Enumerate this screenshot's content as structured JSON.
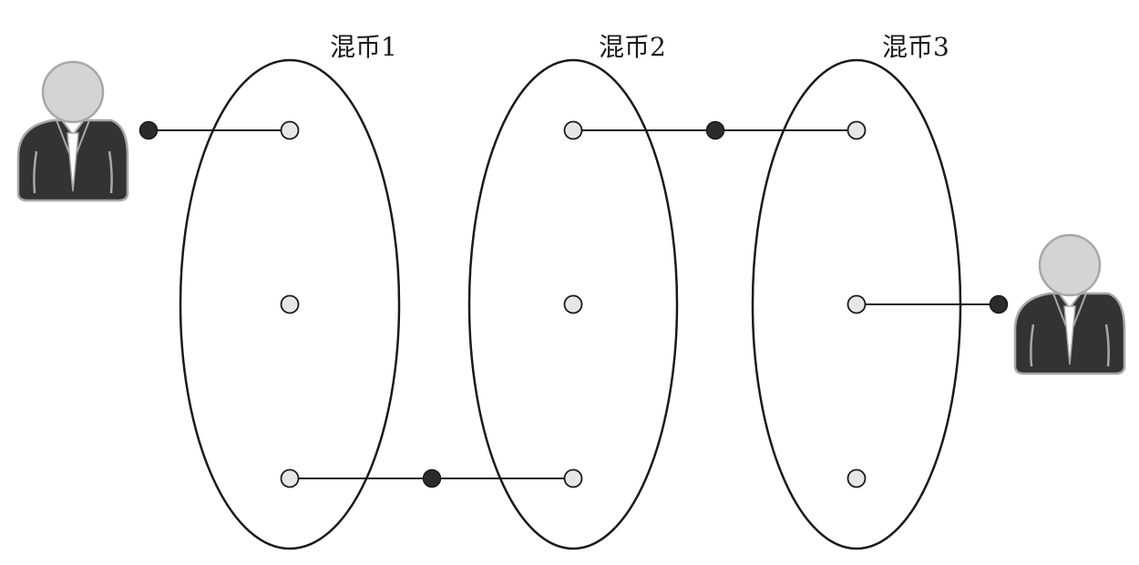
{
  "mixers": [
    {
      "label": "混币1"
    },
    {
      "label": "混币2"
    },
    {
      "label": "混币3"
    }
  ],
  "colors": {
    "stroke": "#1a1a1a",
    "node_fill": "#e6e6e6",
    "junction_fill": "#2b2b2b",
    "person_head": "#d4d4d4",
    "person_suit": "#333333",
    "person_outline": "#a8a8a8"
  },
  "icons": [
    "person-icon",
    "person-icon"
  ]
}
